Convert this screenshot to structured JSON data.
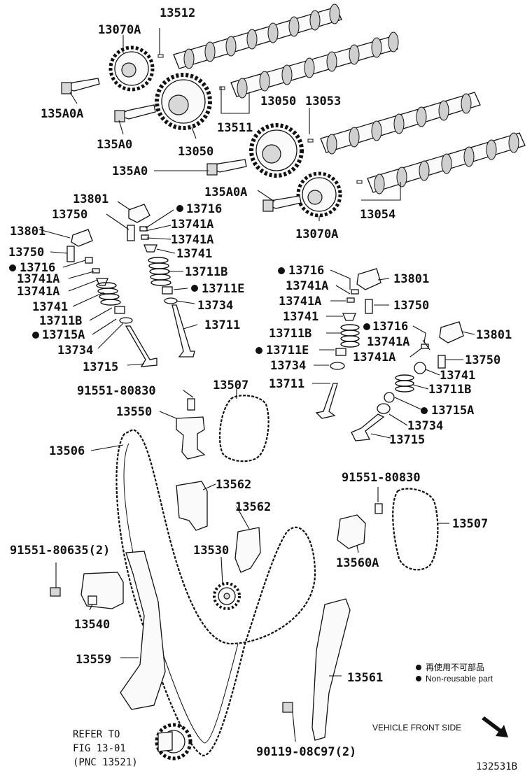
{
  "parts": {
    "p13070A_top": "13070A",
    "p13512": "13512",
    "p135A0A_top": "135A0A",
    "p135A0_top": "135A0",
    "p13050_left": "13050",
    "p13050_right": "13050",
    "p13053": "13053",
    "p13511": "13511",
    "p135A0_mid": "135A0",
    "p135A0A_mid": "135A0A",
    "p13054": "13054",
    "p13070A_mid": "13070A",
    "l13801_a": "13801",
    "l13750_a": "13750",
    "l13716_a": "13716",
    "l13741A_a1": "13741A",
    "l13741A_a2": "13741A",
    "l13741_a": "13741",
    "l13711B_a": "13711B",
    "l13711E_a": "13711E",
    "l13734_a": "13734",
    "l13711_a": "13711",
    "l13801_b": "13801",
    "l13750_b": "13750",
    "l13716_b": "13716",
    "l13741A_b1": "13741A",
    "l13741A_b2": "13741A",
    "l13741_b": "13741",
    "l13711B_b": "13711B",
    "l13715A_b": "13715A",
    "l13734_b": "13734",
    "l13715_b": "13715",
    "r13716_a": "13716",
    "r13741A_a1": "13741A",
    "r13741A_a2": "13741A",
    "r13741_a": "13741",
    "r13711B_a": "13711B",
    "r13711E_a": "13711E",
    "r13734_a": "13734",
    "r13711_a": "13711",
    "r13801_a": "13801",
    "r13750_a": "13750",
    "r13716_b": "13716",
    "r13801_b": "13801",
    "r13741A_b1": "13741A",
    "r13741A_b2": "13741A",
    "r13750_b": "13750",
    "r13741_b": "13741",
    "r13711B_b": "13711B",
    "r13715A_b": "13715A",
    "r13734_b": "13734",
    "r13715_b": "13715",
    "c91551_80830_a": "91551-80830",
    "c13507_a": "13507",
    "c13550": "13550",
    "c13506": "13506",
    "c13562_a": "13562",
    "c13562_b": "13562",
    "c91551_80830_b": "91551-80830",
    "c13507_b": "13507",
    "c13530": "13530",
    "c13560A": "13560A",
    "c91551_80635": "91551-80635(2)",
    "c13540": "13540",
    "c13559": "13559",
    "c13561": "13561",
    "c90119": "90119-08C97(2)"
  },
  "refer": {
    "line1": "REFER TO",
    "line2": "FIG 13-01",
    "line3": "(PNC 13521)"
  },
  "legend": {
    "zh": "再使用不可部品",
    "en": "Non-reusable part"
  },
  "front_label": "VEHICLE FRONT SIDE",
  "figure_id": "132531B"
}
